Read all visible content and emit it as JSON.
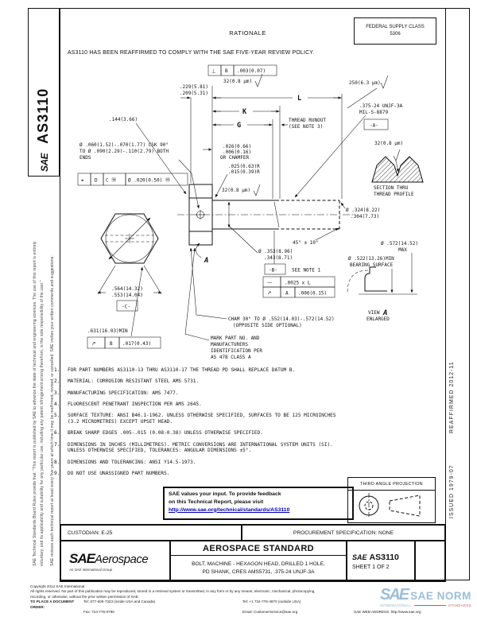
{
  "header": {
    "rationale_title": "RATIONALE",
    "rationale_text": "AS3110 HAS BEEN REAFFIRMED TO COMPLY WITH THE SAE FIVE-YEAR REVIEW POLICY.",
    "fsc_line1": "FEDERAL SUPPLY CLASS",
    "fsc_line2": "5306"
  },
  "margins": {
    "doc_box_brand": "SAE",
    "doc_box_number": "AS3110",
    "left_text_line1": "SAE Technical Standards Board Rules provide that: \"This report is published by SAE to advance the state of technical and engineering sciences. The use of this report is entirely",
    "left_text_line2": "voluntary, and its applicability and suitability for any particular use, including any patent infringement arising therefrom, is the sole responsibility of the user.\"",
    "left_text_line3": "SAE reviews each technical report at least every five years at which time it may be reaffirmed, revised, or cancelled. SAE invites your written comments and suggestions.",
    "reaffirmed": "REAFFIRMED 2012-11",
    "issued": "ISSUED 1979-07"
  },
  "drawing": {
    "fcf_perp_sym": "⊥",
    "fcf_perp_datum": "B",
    "fcf_perp_tol": ".003(0.07)",
    "surf_finish_32": "32(0.8 μm)",
    "surf_finish_250": "250(6.3 μm)",
    "dim_l": "L",
    "dim_k": "K",
    "dim_g": "G",
    "head_thickness_max": ".229(5.81)",
    "head_thickness_min": ".209(5.31)",
    "hole_offset": ".144(3.66)",
    "thread_spec": ".375-24 UNJF-3A",
    "thread_spec_std": "MIL-S-8879",
    "datum_a": "-A-",
    "thread_runout_1": "THREAD RUNOUT",
    "thread_runout_2": "(SEE NOTE 3)",
    "undercut_1": ".026(0.66)",
    "undercut_2": ".006(0.16)",
    "undercut_3": "OR CHAMFER",
    "fillet_radius_max": ".025(0.63)R",
    "fillet_radius_min": ".015(0.39)R",
    "csk_1": "Ø .060(1.52)-.070(1.77) CSK 90°",
    "csk_2": "TO Ø .090(2.29)-.110(2.79) BOTH",
    "csk_3": "ENDS",
    "fcf_pos_sym": "⌖",
    "fcf_pos_d": "D",
    "fcf_pos_c": "C Ⓜ",
    "fcf_pos_tol": "Ø .020(0.50) Ⓜ",
    "section_thru_1": "SECTION THRU",
    "section_thru_2": "THREAD PROFILE",
    "point_dia_max": "Ø .324(8.22)",
    "point_dia_min": ".304(7.73)",
    "end_chamfer_angle": "45° ± 10°",
    "shank_dia_max": "Ø .353(8.96)",
    "shank_dia_min": ".343(8.71)",
    "datum_b": "-B-",
    "datum_b_note": "SEE NOTE 1",
    "fcf_straight_sym": "—",
    "fcf_straight_tol": ".0025 x L",
    "fcf_runout_a_sym": "↗",
    "fcf_runout_a_datum": "A",
    "fcf_runout_a_tol": ".006(0.15)",
    "head_dia_max": "Ø .572(14.52)",
    "head_dia_max_label": "MAX",
    "bearing_dia": "Ø .522(13.26)MIN",
    "bearing_label": "BEARING SURFACE",
    "view_label": "VIEW",
    "view_letter": "A",
    "view_sub": "ENLARGED",
    "flats_max": ".564(14.32)",
    "flats_min": ".553(14.04)",
    "datum_c": "-C-",
    "corners_min": ".631(16.03)MIN",
    "fcf_runout_b_sym": "↗",
    "fcf_runout_b_datum": "B",
    "fcf_runout_b_tol": ".017(0.43)",
    "cham_1": "CHAM 30° TO Ø .552(14.03)-.572(14.52)",
    "cham_2": "(OPPOSITE SIDE OPTIONAL)",
    "mark_1": "MARK PART NO. AND",
    "mark_2": "MANUFACTURERS",
    "mark_3": "IDENTIFICATION PER",
    "mark_4": "AS 478 CLASS A",
    "view_arrow": "A"
  },
  "notes": [
    {
      "num": "1.",
      "line1": "FOR PART NUMBERS AS3110-13 THRU AS3110-17  THE THREAD PD SHALL REPLACE DATUM B."
    },
    {
      "num": "2.",
      "line1": "MATERIAL:  CORROSION RESISTANT STEEL AMS 5731."
    },
    {
      "num": "3.",
      "line1": "MANUFACTURING SPECIFICATION:  AMS 7477."
    },
    {
      "num": "4.",
      "line1": "FLUORESCENT PENETRANT INSPECTION PER AMS 2645."
    },
    {
      "num": "5.",
      "line1": "SURFACE TEXTURE:  ANSI B46.1-1962.  UNLESS OTHERWISE SPECIFIED, SURFACES TO BE 125 MICROINCHES",
      "line2": "(3.2 MICROMETRES) EXCEPT UPSET HEAD."
    },
    {
      "num": "6.",
      "line1": "BREAK SHARP EDGES .005-.015 (0.08-0.38) UNLESS OTHERWISE SPECIFIED."
    },
    {
      "num": "7.",
      "line1": "DIMENSIONS IN INCHES (MILLIMETRES).  METRIC CONVERSIONS ARE INTERNATIONAL SYSTEM UNITS (SI).",
      "line2": "UNLESS OTHERWISE SPECIFIED, TOLERANCES:  ANGULAR DIMENSIONS ±5°."
    },
    {
      "num": "8.",
      "line1": "DIMENSIONS AND TOLERANCING: ANSI Y14.5-1973."
    },
    {
      "num": "9.",
      "line1": "DO NOT USE UNASSIGNED PART NUMBERS."
    }
  ],
  "feedback": {
    "line1": "SAE values your input. To provide feedback",
    "line2": "on this Technical Report, please visit",
    "link": "http://www.sae.org/technical/standards/AS3110"
  },
  "projection": {
    "label": "THIRD ANGLE PROJECTION"
  },
  "title_block": {
    "custodian": "CUSTODIAN: E-25",
    "procurement": "PROCUREMENT SPECIFICATION: NONE",
    "brand_sae": "SAE",
    "brand_aerospace": "Aerospace",
    "brand_tagline": "An SAE International Group",
    "standard_title": "AEROSPACE STANDARD",
    "part_title_1": "BOLT, MACHINE - HEXAGON HEAD, DRILLED 1 HOLE,",
    "part_title_2": "PD SHANK, CRES AMS5731, .375-24 UNJF-3A",
    "doc_brand": "SAE",
    "doc_number": "AS3110",
    "sheet": "SHEET 1 OF 2"
  },
  "footer": {
    "copyright": "Copyright 2012 SAE International",
    "rights_1": "All rights reserved. No part of this publication may be reproduced, stored in a retrieval system or transmitted, in any form or by any means, electronic, mechanical, photocopying,",
    "rights_2": "recording, or otherwise, without the prior written permission of SAE.",
    "order_label": "TO PLACE A DOCUMENT ORDER:",
    "tel_inside": "Tel: 877-606-7323 (inside USA and Canada)",
    "tel_outside": "Tel: +1 724-776-4970 (outside USA)",
    "fax": "Fax: 724-776-0790",
    "email": "Email: CustomerService@sae.org",
    "web": "SAE WEB ADDRESS: http://www.sae.org"
  },
  "watermark": {
    "brand": "SAE",
    "norm": "SAE NORM",
    "intl": "INTERNATIONAL.",
    "tag": "STANDARDS"
  },
  "colors": {
    "link_blue": "#0000bb",
    "watermark_blue": "#8ab4d4",
    "watermark_red": "#c43b3b"
  }
}
